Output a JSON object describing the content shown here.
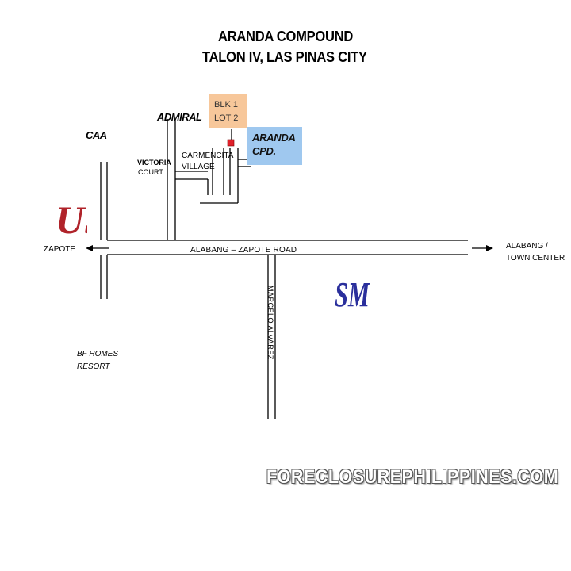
{
  "title": {
    "line1": "ARANDA COMPOUND",
    "line2": "TALON IV, LAS PINAS CITY"
  },
  "labels": {
    "admiral": "ADMIRAL",
    "caa": "CAA",
    "victoria_court_1": "VICTORIA",
    "victoria_court_2": "COURT",
    "carmencita_1": "CARMENCITA",
    "carmencita_2": "VILLAGE",
    "blk_line1": "BLK 1",
    "blk_line2": "LOT 2",
    "aranda_line1": "ARANDA",
    "aranda_line2": "CPD.",
    "zapote": "ZAPOTE",
    "main_road": "ALABANG – ZAPOTE ROAD",
    "alabang_1": "ALABANG /",
    "alabang_2": "TOWN CENTER",
    "marcelo_alvarez": "MARCELO ALVAREZ",
    "bf_homes_1": "BF HOMES",
    "bf_homes_2": "RESORT"
  },
  "logos": {
    "us_logo": "US",
    "sm_logo": "SM"
  },
  "watermark": "FORECLOSUREPHILIPPINES.COM",
  "colors": {
    "lot_box": "#f7c79a",
    "aranda_box": "#9fc8ef",
    "marker": "#e0202a",
    "us_logo": "#b0232a",
    "sm_logo": "#2a2f9c",
    "road_line": "#000000"
  }
}
